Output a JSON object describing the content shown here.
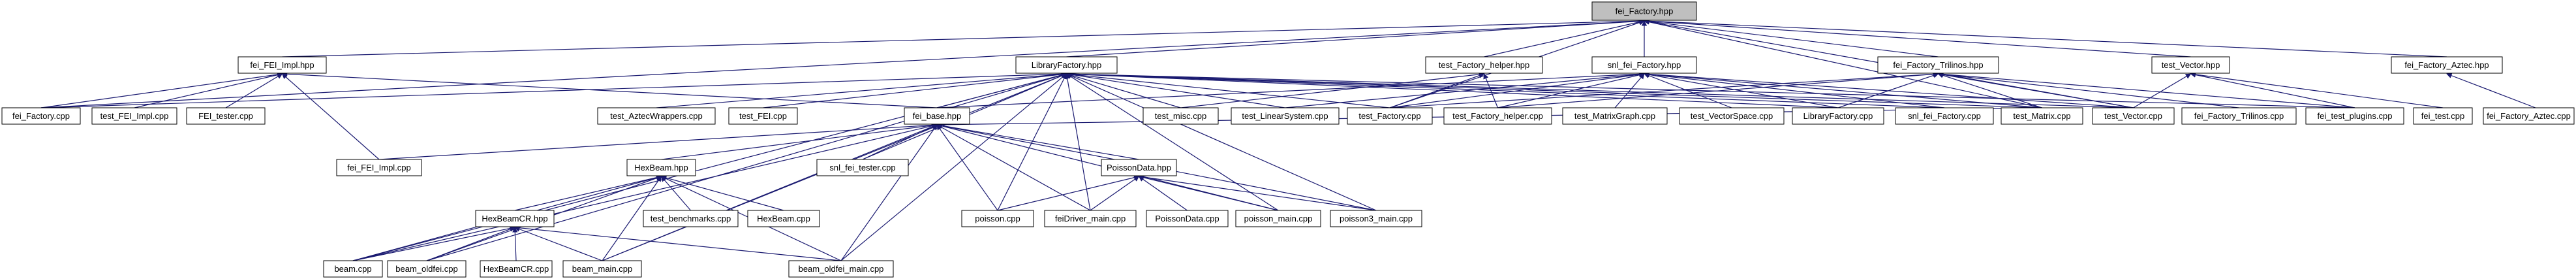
{
  "diagram": {
    "type": "include-dependency-graph",
    "nodes": [
      {
        "id": "fei_factory_hpp",
        "label": "fei_Factory.hpp",
        "highlighted": true
      },
      {
        "id": "fei_fei_impl_hpp",
        "label": "fei_FEI_Impl.hpp"
      },
      {
        "id": "libraryfactory_hpp",
        "label": "LibraryFactory.hpp"
      },
      {
        "id": "test_factory_helper_hpp",
        "label": "test_Factory_helper.hpp"
      },
      {
        "id": "snl_fei_factory_hpp",
        "label": "snl_fei_Factory.hpp"
      },
      {
        "id": "fei_factory_trilinos_hpp",
        "label": "fei_Factory_Trilinos.hpp"
      },
      {
        "id": "test_vector_hpp",
        "label": "test_Vector.hpp"
      },
      {
        "id": "fei_factory_aztec_hpp",
        "label": "fei_Factory_Aztec.hpp"
      },
      {
        "id": "fei_factory_cpp",
        "label": "fei_Factory.cpp"
      },
      {
        "id": "test_fei_impl_cpp",
        "label": "test_FEI_Impl.cpp"
      },
      {
        "id": "fei_tester_cpp",
        "label": "FEI_tester.cpp"
      },
      {
        "id": "test_aztecwrappers_cpp",
        "label": "test_AztecWrappers.cpp"
      },
      {
        "id": "test_fei_cpp",
        "label": "test_FEI.cpp"
      },
      {
        "id": "fei_base_hpp",
        "label": "fei_base.hpp"
      },
      {
        "id": "test_misc_cpp",
        "label": "test_misc.cpp"
      },
      {
        "id": "test_linearsystem_cpp",
        "label": "test_LinearSystem.cpp"
      },
      {
        "id": "test_factory_cpp",
        "label": "test_Factory.cpp"
      },
      {
        "id": "test_factory_helper_cpp",
        "label": "test_Factory_helper.cpp"
      },
      {
        "id": "test_matrixgraph_cpp",
        "label": "test_MatrixGraph.cpp"
      },
      {
        "id": "test_vectorspace_cpp",
        "label": "test_VectorSpace.cpp"
      },
      {
        "id": "libraryfactory_cpp",
        "label": "LibraryFactory.cpp"
      },
      {
        "id": "snl_fei_factory_cpp",
        "label": "snl_fei_Factory.cpp"
      },
      {
        "id": "test_matrix_cpp",
        "label": "test_Matrix.cpp"
      },
      {
        "id": "test_vector_cpp",
        "label": "test_Vector.cpp"
      },
      {
        "id": "fei_factory_trilinos_cpp",
        "label": "fei_Factory_Trilinos.cpp"
      },
      {
        "id": "fei_test_plugins_cpp",
        "label": "fei_test_plugins.cpp"
      },
      {
        "id": "fei_test_cpp",
        "label": "fei_test.cpp"
      },
      {
        "id": "fei_factory_aztec_cpp",
        "label": "fei_Factory_Aztec.cpp"
      },
      {
        "id": "fei_fei_impl_cpp",
        "label": "fei_FEI_Impl.cpp"
      },
      {
        "id": "snl_fei_tester_cpp",
        "label": "snl_fei_tester.cpp"
      },
      {
        "id": "hexbeam_hpp",
        "label": "HexBeam.hpp"
      },
      {
        "id": "poissondata_hpp",
        "label": "PoissonData.hpp"
      },
      {
        "id": "test_benchmarks_cpp",
        "label": "test_benchmarks.cpp"
      },
      {
        "id": "hexbeam_cpp",
        "label": "HexBeam.cpp"
      },
      {
        "id": "hexbeamcr_hpp",
        "label": "HexBeamCR.hpp"
      },
      {
        "id": "poisson_cpp",
        "label": "poisson.cpp"
      },
      {
        "id": "feidriver_main_cpp",
        "label": "feiDriver_main.cpp"
      },
      {
        "id": "poissondata_cpp",
        "label": "PoissonData.cpp"
      },
      {
        "id": "poisson_main_cpp",
        "label": "poisson_main.cpp"
      },
      {
        "id": "poisson3_main_cpp",
        "label": "poisson3_main.cpp"
      },
      {
        "id": "beam_cpp",
        "label": "beam.cpp"
      },
      {
        "id": "beam_oldfei_cpp",
        "label": "beam_oldfei.cpp"
      },
      {
        "id": "hexbeamcr_cpp",
        "label": "HexBeamCR.cpp"
      },
      {
        "id": "beam_main_cpp",
        "label": "beam_main.cpp"
      },
      {
        "id": "beam_oldfei_main_cpp",
        "label": "beam_oldfei_main.cpp"
      }
    ],
    "edges": [
      [
        "fei_factory_hpp",
        "fei_fei_impl_hpp"
      ],
      [
        "fei_factory_hpp",
        "libraryfactory_hpp"
      ],
      [
        "fei_factory_hpp",
        "test_factory_helper_hpp"
      ],
      [
        "fei_factory_hpp",
        "snl_fei_factory_hpp"
      ],
      [
        "fei_factory_hpp",
        "fei_factory_trilinos_hpp"
      ],
      [
        "fei_factory_hpp",
        "test_vector_hpp"
      ],
      [
        "fei_factory_hpp",
        "fei_factory_aztec_hpp"
      ],
      [
        "fei_factory_hpp",
        "fei_factory_cpp"
      ],
      [
        "fei_factory_hpp",
        "test_factory_cpp"
      ],
      [
        "fei_factory_hpp",
        "test_matrix_cpp"
      ],
      [
        "fei_factory_hpp",
        "test_vector_cpp"
      ],
      [
        "fei_fei_impl_hpp",
        "fei_factory_cpp"
      ],
      [
        "fei_fei_impl_hpp",
        "test_fei_impl_cpp"
      ],
      [
        "fei_fei_impl_hpp",
        "fei_tester_cpp"
      ],
      [
        "fei_fei_impl_hpp",
        "fei_fei_impl_cpp"
      ],
      [
        "fei_fei_impl_hpp",
        "fei_base_hpp"
      ],
      [
        "libraryfactory_hpp",
        "fei_factory_cpp"
      ],
      [
        "libraryfactory_hpp",
        "test_aztecwrappers_cpp"
      ],
      [
        "libraryfactory_hpp",
        "test_fei_cpp"
      ],
      [
        "libraryfactory_hpp",
        "fei_base_hpp"
      ],
      [
        "libraryfactory_hpp",
        "test_misc_cpp"
      ],
      [
        "libraryfactory_hpp",
        "test_linearsystem_cpp"
      ],
      [
        "libraryfactory_hpp",
        "test_factory_cpp"
      ],
      [
        "libraryfactory_hpp",
        "test_matrix_cpp"
      ],
      [
        "libraryfactory_hpp",
        "test_vector_cpp"
      ],
      [
        "libraryfactory_hpp",
        "snl_fei_tester_cpp"
      ],
      [
        "libraryfactory_hpp",
        "poisson_cpp"
      ],
      [
        "libraryfactory_hpp",
        "feidriver_main_cpp"
      ],
      [
        "libraryfactory_hpp",
        "poisson_main_cpp"
      ],
      [
        "libraryfactory_hpp",
        "poisson3_main_cpp"
      ],
      [
        "libraryfactory_hpp",
        "beam_cpp"
      ],
      [
        "libraryfactory_hpp",
        "beam_oldfei_cpp"
      ],
      [
        "libraryfactory_hpp",
        "beam_main_cpp"
      ],
      [
        "libraryfactory_hpp",
        "beam_oldfei_main_cpp"
      ],
      [
        "libraryfactory_hpp",
        "libraryfactory_cpp"
      ],
      [
        "libraryfactory_hpp",
        "snl_fei_factory_cpp"
      ],
      [
        "libraryfactory_hpp",
        "fei_test_plugins_cpp"
      ],
      [
        "test_factory_helper_hpp",
        "test_factory_cpp"
      ],
      [
        "test_factory_helper_hpp",
        "test_factory_helper_cpp"
      ],
      [
        "test_factory_helper_hpp",
        "test_misc_cpp"
      ],
      [
        "snl_fei_factory_hpp",
        "fei_base_hpp"
      ],
      [
        "snl_fei_factory_hpp",
        "test_linearsystem_cpp"
      ],
      [
        "snl_fei_factory_hpp",
        "test_factory_cpp"
      ],
      [
        "snl_fei_factory_hpp",
        "test_factory_helper_cpp"
      ],
      [
        "snl_fei_factory_hpp",
        "test_matrixgraph_cpp"
      ],
      [
        "snl_fei_factory_hpp",
        "test_vectorspace_cpp"
      ],
      [
        "snl_fei_factory_hpp",
        "libraryfactory_cpp"
      ],
      [
        "snl_fei_factory_hpp",
        "snl_fei_factory_cpp"
      ],
      [
        "snl_fei_factory_hpp",
        "test_matrix_cpp"
      ],
      [
        "snl_fei_factory_hpp",
        "test_vector_cpp"
      ],
      [
        "fei_factory_trilinos_hpp",
        "test_factory_cpp"
      ],
      [
        "fei_factory_trilinos_hpp",
        "test_factory_helper_cpp"
      ],
      [
        "fei_factory_trilinos_hpp",
        "libraryfactory_cpp"
      ],
      [
        "fei_factory_trilinos_hpp",
        "test_matrix_cpp"
      ],
      [
        "fei_factory_trilinos_hpp",
        "test_vector_cpp"
      ],
      [
        "fei_factory_trilinos_hpp",
        "fei_factory_trilinos_cpp"
      ],
      [
        "fei_factory_trilinos_hpp",
        "fei_test_plugins_cpp"
      ],
      [
        "test_vector_hpp",
        "test_vector_cpp"
      ],
      [
        "test_vector_hpp",
        "fei_test_plugins_cpp"
      ],
      [
        "test_vector_hpp",
        "fei_test_cpp"
      ],
      [
        "fei_factory_aztec_hpp",
        "fei_factory_aztec_cpp"
      ],
      [
        "fei_base_hpp",
        "fei_fei_impl_cpp"
      ],
      [
        "fei_base_hpp",
        "snl_fei_tester_cpp"
      ],
      [
        "fei_base_hpp",
        "hexbeam_hpp"
      ],
      [
        "fei_base_hpp",
        "poissondata_hpp"
      ],
      [
        "fei_base_hpp",
        "poisson_cpp"
      ],
      [
        "fei_base_hpp",
        "feidriver_main_cpp"
      ],
      [
        "fei_base_hpp",
        "poisson_main_cpp"
      ],
      [
        "fei_base_hpp",
        "poisson3_main_cpp"
      ],
      [
        "fei_base_hpp",
        "beam_cpp"
      ],
      [
        "fei_base_hpp",
        "beam_main_cpp"
      ],
      [
        "fei_base_hpp",
        "beam_oldfei_main_cpp"
      ],
      [
        "fei_base_hpp",
        "test_matrix_cpp"
      ],
      [
        "hexbeam_hpp",
        "test_benchmarks_cpp"
      ],
      [
        "hexbeam_hpp",
        "hexbeam_cpp"
      ],
      [
        "hexbeam_hpp",
        "hexbeamcr_hpp"
      ],
      [
        "hexbeam_hpp",
        "beam_cpp"
      ],
      [
        "hexbeam_hpp",
        "beam_oldfei_cpp"
      ],
      [
        "hexbeam_hpp",
        "beam_main_cpp"
      ],
      [
        "hexbeam_hpp",
        "beam_oldfei_main_cpp"
      ],
      [
        "hexbeamcr_hpp",
        "beam_cpp"
      ],
      [
        "hexbeamcr_hpp",
        "beam_oldfei_cpp"
      ],
      [
        "hexbeamcr_hpp",
        "hexbeamcr_cpp"
      ],
      [
        "hexbeamcr_hpp",
        "beam_main_cpp"
      ],
      [
        "hexbeamcr_hpp",
        "beam_oldfei_main_cpp"
      ],
      [
        "poissondata_hpp",
        "poisson_cpp"
      ],
      [
        "poissondata_hpp",
        "feidriver_main_cpp"
      ],
      [
        "poissondata_hpp",
        "poissondata_cpp"
      ],
      [
        "poissondata_hpp",
        "poisson_main_cpp"
      ],
      [
        "poissondata_hpp",
        "poisson3_main_cpp"
      ]
    ],
    "colors": {
      "node_fill": "#ffffff",
      "node_border": "#000000",
      "highlight_fill": "#bfbfbf",
      "edge": "#191970"
    }
  }
}
